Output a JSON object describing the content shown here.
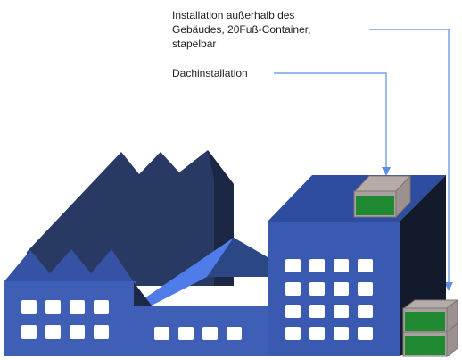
{
  "annotations": {
    "outside_installation": "Installation außerhalb des\nGebäudes, 20Fuß-Container,\nstapelbar",
    "roof_installation": "Dachinstallation"
  },
  "colors": {
    "facade_dark": "#283a63",
    "facade_mid": "#3552a4",
    "facade_light": "#3f5fb6",
    "roof_light": "#4f7ce8",
    "tower_side": "#131a2b",
    "window": "#ffffff",
    "container_green": "#1f8a32",
    "container_frame": "#a9a0a0",
    "leader_line": "#5b8de0"
  },
  "icons": [
    "factory-building",
    "container-icon"
  ]
}
